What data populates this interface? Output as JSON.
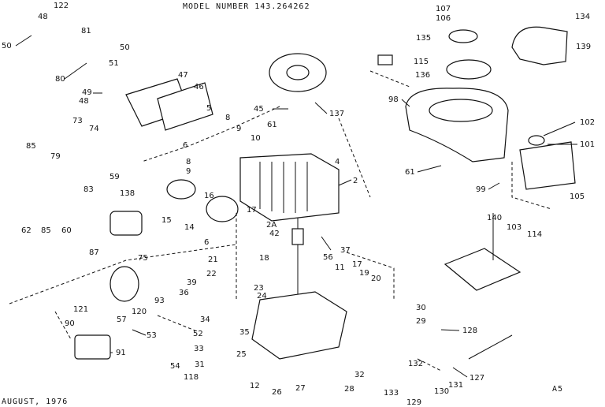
{
  "header": {
    "title": "MODEL NUMBER  143.264262"
  },
  "footer": {
    "date": "AUGUST, 1976",
    "code": "A5"
  },
  "part_labels": [
    "122",
    "48",
    "50",
    "81",
    "80",
    "50",
    "51",
    "47",
    "46",
    "49",
    "48",
    "107",
    "106",
    "134",
    "135",
    "139",
    "115",
    "136",
    "98",
    "45",
    "137",
    "61",
    "5",
    "8",
    "9",
    "6",
    "8",
    "9",
    "10",
    "73",
    "74",
    "85",
    "79",
    "59",
    "83",
    "138",
    "62",
    "85",
    "60",
    "87",
    "15",
    "16",
    "2",
    "14",
    "17",
    "2A",
    "42",
    "18",
    "21",
    "22",
    "6",
    "102",
    "101",
    "61",
    "99",
    "105",
    "140",
    "103",
    "114",
    "37",
    "56",
    "17",
    "11",
    "19",
    "20",
    "75",
    "39",
    "36",
    "93",
    "120",
    "121",
    "90",
    "57",
    "53",
    "52",
    "35",
    "34",
    "33",
    "23",
    "24",
    "30",
    "29",
    "128",
    "91",
    "54",
    "31",
    "118",
    "12",
    "26",
    "25",
    "27",
    "28",
    "32",
    "132",
    "127",
    "131",
    "130",
    "133",
    "129",
    "4"
  ]
}
